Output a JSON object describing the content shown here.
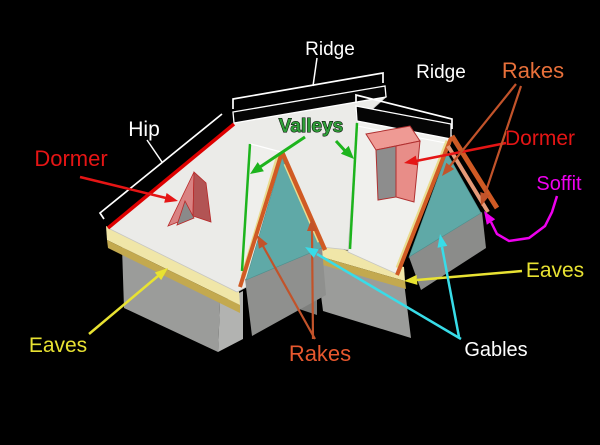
{
  "labels": {
    "ridge_main": {
      "text": "Ridge",
      "color": "#ffffff"
    },
    "ridge_right": {
      "text": "Ridge",
      "color": "#ffffff"
    },
    "rakes_top": {
      "text": "Rakes",
      "color": "#e8703a"
    },
    "hip": {
      "text": "Hip",
      "color": "#ffffff"
    },
    "dormer_left": {
      "text": "Dormer",
      "color": "#e51515"
    },
    "valleys": {
      "text": "Valleys",
      "color": "#2f9e38"
    },
    "dormer_right": {
      "text": "Dormer",
      "color": "#e51515"
    },
    "soffit": {
      "text": "Soffit",
      "color": "#ee00ee"
    },
    "eaves_right": {
      "text": "Eaves",
      "color": "#e8e232"
    },
    "eaves_left": {
      "text": "Eaves",
      "color": "#e8e232"
    },
    "rakes_bottom": {
      "text": "Rakes",
      "color": "#e8582e"
    },
    "gables": {
      "text": "Gables",
      "color": "#ffffff"
    }
  },
  "colors": {
    "background": "#000000",
    "roof_surface": "#ebebe8",
    "gable_wall_teal": "#5fa9a7",
    "eave_fascia_yellow": "#f0e6a8",
    "rake_trim_orange": "#d05a24",
    "hip_edge_red": "#dd0000",
    "valley_green": "#1db41d",
    "dormer_pink": "#e88d88",
    "arrow_red": "#e51515",
    "arrow_orange": "#c2532a",
    "arrow_magenta": "#ee00ee",
    "arrow_yellow": "#e8e232",
    "arrow_cyan": "#38dce8",
    "bracket_white": "#ffffff"
  }
}
